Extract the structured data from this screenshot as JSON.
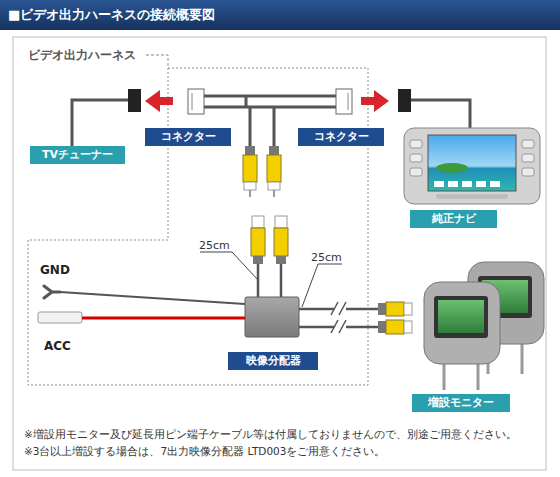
{
  "diagram": {
    "title": "■ビデオ出力ハーネスの接続概要図",
    "nodes": [
      {
        "text": [
          "コネクター"
        ]
      },
      {
        "text": [
          "コネクター"
        ]
      },
      {
        "text": [
          "TVチューナー"
        ]
      },
      {
        "text": [
          "純正ナビ"
        ]
      },
      {
        "text": [
          "映像分配器"
        ]
      },
      {
        "text": [
          "増設モニター"
        ]
      }
    ],
    "labels": [
      "ビデオ出力ハーネス",
      "25cm",
      "25cm",
      "GND",
      "ACC",
      "※増設用モニター及び延長用ピン端子ケーブル等は付属しておりませんので、別途ご用意ください。",
      "※3台以上増設する場合は、7出力映像分配器 LTD003をご用意ください。"
    ]
  }
}
